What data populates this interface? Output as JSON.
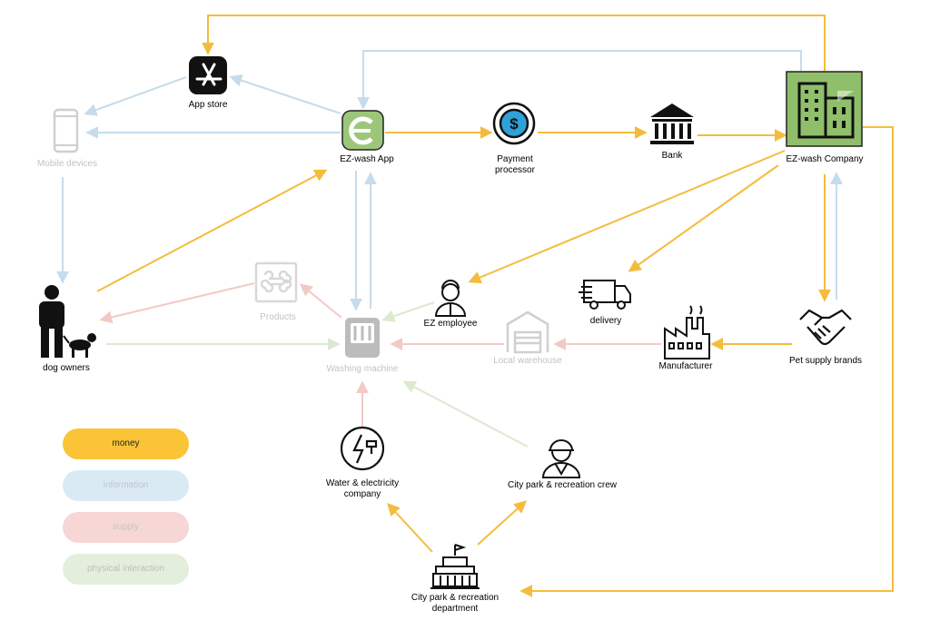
{
  "nodes": {
    "app_store": "App store",
    "mobile_devices": "Mobile devices",
    "ez_wash_app": "EZ-wash App",
    "payment_processor": "Payment\nprocessor",
    "bank": "Bank",
    "ez_wash_company": "EZ-wash Company",
    "dog_owners": "dog owners",
    "products": "Products",
    "washing_machine": "Washing machine",
    "ez_employee": "EZ employee",
    "delivery": "delivery",
    "local_warehouse": "Local warehouse",
    "manufacturer": "Manufacturer",
    "pet_supply_brands": "Pet supply brands",
    "water_electricity": "Water & electricity\ncompany",
    "city_park_crew": "City park & recreation crew",
    "city_park_department": "City park & recreation\ndepartment"
  },
  "legend": [
    {
      "label": "money",
      "color": "#fbc436",
      "text_color": "#222222"
    },
    {
      "label": "information",
      "color": "#d9eaf5",
      "text_color": "#c4c4c4"
    },
    {
      "label": "supply",
      "color": "#f7d6d6",
      "text_color": "#c4c4c4"
    },
    {
      "label": "physical interaction",
      "color": "#e3efdc",
      "text_color": "#bdbdbd"
    }
  ],
  "colors": {
    "money": "#f4bc3c",
    "information": "#c6dcec",
    "supply": "#f2cac4",
    "physical": "#dbe9cf",
    "brand_green": "#8fbf6a"
  }
}
